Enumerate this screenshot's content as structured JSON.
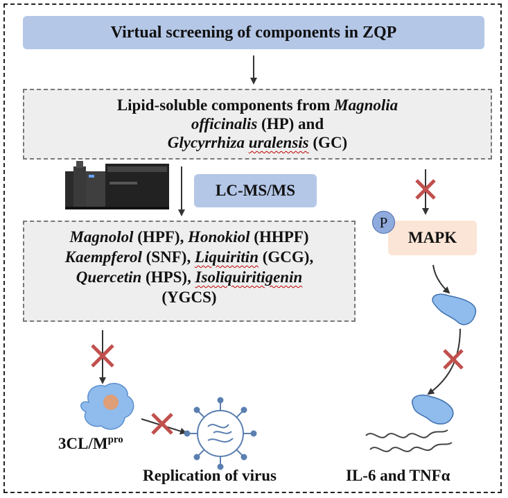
{
  "title": "Virtual screening of components in ZQP",
  "lipid": {
    "line1_a": "Lipid-soluble components from ",
    "line1_b": "Magnolia",
    "line2_a": "officinalis",
    "line2_b": " (HP) and",
    "line3_a": "Glycyrrhiza",
    "line3_b": "uralensis",
    "line3_c": " (GC)"
  },
  "lcms": "LC-MS/MS",
  "components": {
    "magnolol": "Magnolol",
    "magnolol_code": " (HPF), ",
    "honokiol": "Honokiol",
    "honokiol_code": " (HHPF)",
    "kaempferol": "Kaempferol",
    "kaempferol_code": " (SNF), ",
    "liquiritin": "Liquiritin",
    "liquiritin_code": " (GCG),",
    "quercetin": "Quercetin",
    "quercetin_code": " (HPS), ",
    "isoliquiritigenin": "Isoliquiritigenin",
    "ygcs": "(YGCS)"
  },
  "mapk": "MAPK",
  "phospho": "P",
  "protease": {
    "base": "3CL/M",
    "sup": "pro"
  },
  "replication": "Replication of virus",
  "cytokines": "IL-6 and TNFα",
  "colors": {
    "blue_box": "#b4c7e7",
    "gray_box": "#eeeeee",
    "mapk_box": "#fbe5d6",
    "inhibit_x": "#c0504d"
  }
}
